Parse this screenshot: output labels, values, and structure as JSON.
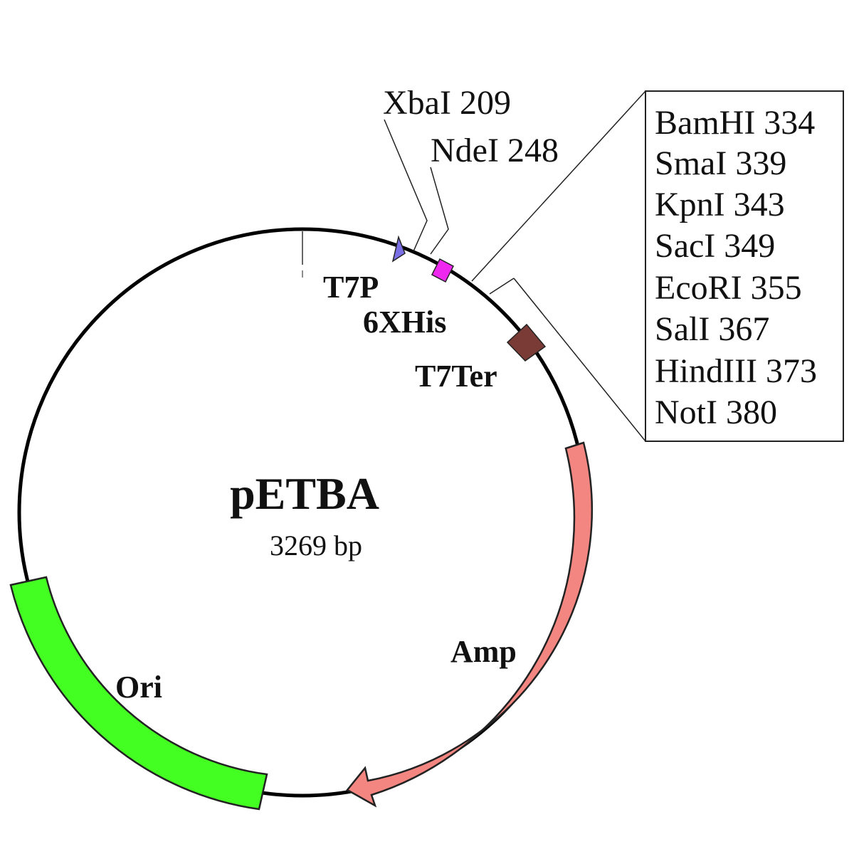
{
  "plasmid": {
    "name": "pETBA",
    "size_label": "3269 bp",
    "size_bp": 3269
  },
  "restriction_sites": {
    "xbai": "XbaI 209",
    "ndei": "NdeI 248"
  },
  "mcs_box": {
    "sites": [
      "BamHI 334",
      "SmaI 339",
      "KpnI 343",
      "SacI 349",
      "EcoRI 355",
      "SalI 367",
      "HindIII 373",
      "NotI 380"
    ]
  },
  "features": {
    "t7p": {
      "label": "T7P",
      "color": "#7b6fe6"
    },
    "his": {
      "label": "6XHis",
      "color": "#ee28ee"
    },
    "t7ter": {
      "label": "T7Ter",
      "color": "#7a3b36"
    },
    "amp": {
      "label": "Amp",
      "color": "#f48682"
    },
    "ori": {
      "label": "Ori",
      "color": "#44ff22"
    }
  },
  "colors": {
    "backbone": "#000000",
    "outline": "#222222"
  }
}
